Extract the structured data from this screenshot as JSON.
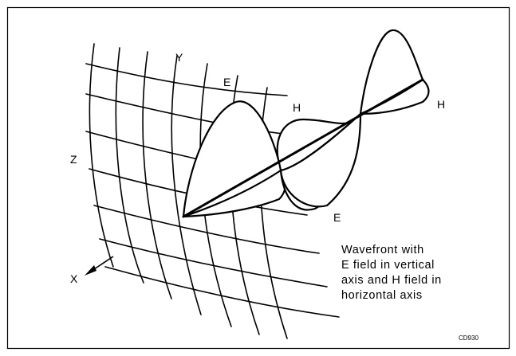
{
  "labels": {
    "y": "Y",
    "z": "Z",
    "x": "X",
    "e_top": "E",
    "e_bottom": "E",
    "h_mid": "H",
    "h_right": "H"
  },
  "caption": {
    "line1": "Wavefront with",
    "line2": "E field in vertical",
    "line3": "axis and H field in",
    "line4": "horizontal axis"
  },
  "figure_code": "CD930"
}
